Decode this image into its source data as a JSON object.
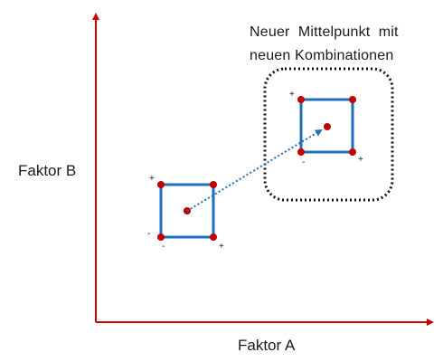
{
  "axes": {
    "x_label": "Faktor A",
    "y_label": "Faktor B",
    "color": "#cc0000"
  },
  "annotation": {
    "line1": "Neuer  Mittelpunkt  mit",
    "line2": "neuen Kombinationen"
  },
  "design_original": {
    "signs": {
      "top_left": "+",
      "left_low": "-",
      "bottom_left": "-",
      "bottom_right": "+"
    }
  },
  "design_new": {
    "signs": {
      "top_left": "+",
      "bottom_left": "-",
      "bottom_right": "+"
    }
  },
  "colors": {
    "square": "#1f6fb7",
    "point": "#c00000",
    "arrow": "#1f6fb7",
    "highlight_box": "#111111"
  }
}
